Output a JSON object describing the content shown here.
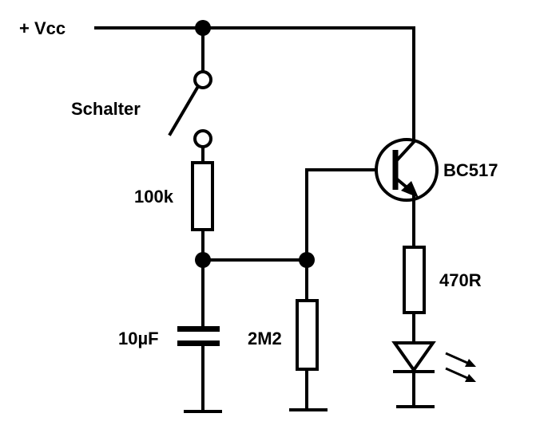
{
  "schematic": {
    "labels": {
      "vcc": "+ Vcc",
      "switch": "Schalter",
      "r_base_feed": "100k",
      "capacitor": "10µF",
      "r_pulldown": "2M2",
      "transistor": "BC517",
      "r_led": "470R"
    },
    "colors": {
      "line": "#000000",
      "background": "#ffffff"
    }
  }
}
